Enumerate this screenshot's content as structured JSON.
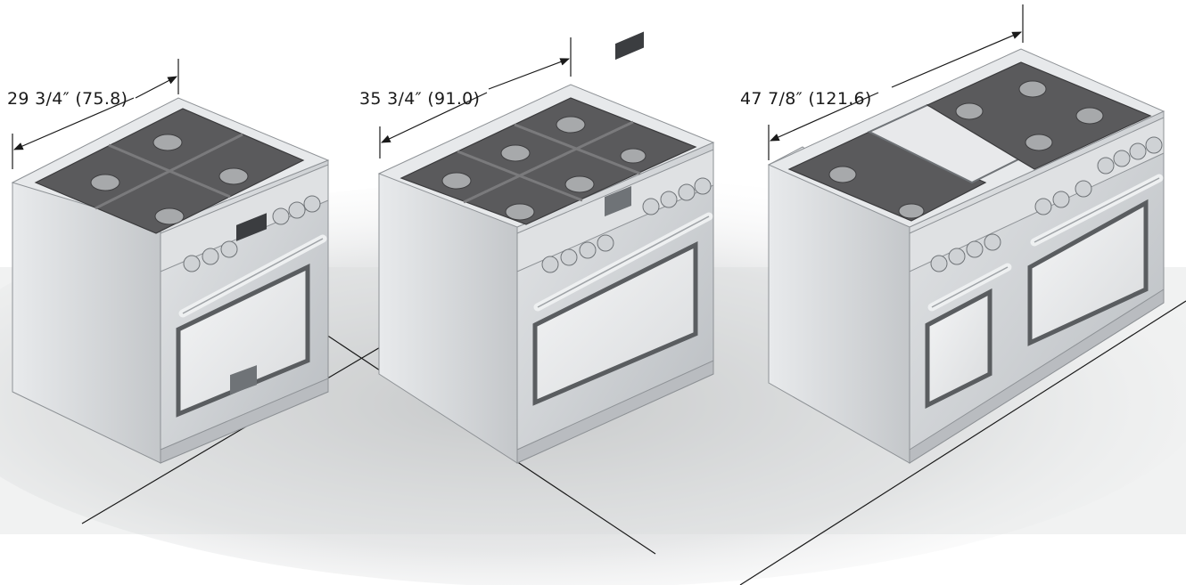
{
  "ranges": [
    {
      "id": "range-30",
      "dimension_label": "29 3/4″ (75.8)",
      "burners": 4,
      "ovens": 1
    },
    {
      "id": "range-36",
      "dimension_label": "35 3/4″ (91.0)",
      "burners": 6,
      "ovens": 1
    },
    {
      "id": "range-48",
      "dimension_label": "47 7/8″ (121.6)",
      "burners": 6,
      "griddle": true,
      "ovens": 2
    }
  ],
  "colors": {
    "stainless": "#d6d8da",
    "stainless_dark": "#9ea2a6",
    "grate": "#5a5a5c",
    "floor_shadow": "#bfc1c3",
    "line": "#1a1a1a"
  }
}
